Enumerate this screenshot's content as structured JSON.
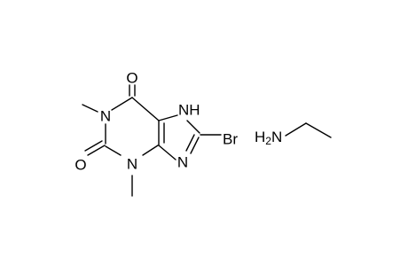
{
  "molecule_1": {
    "atoms": {
      "o_top": "O",
      "nh": "NH",
      "n1": "N",
      "o_left": "O",
      "n3": "N",
      "n9": "N",
      "br": "Br"
    }
  },
  "molecule_2": {
    "h_symbol": "H",
    "h_count": "2",
    "n_symbol": "N"
  }
}
